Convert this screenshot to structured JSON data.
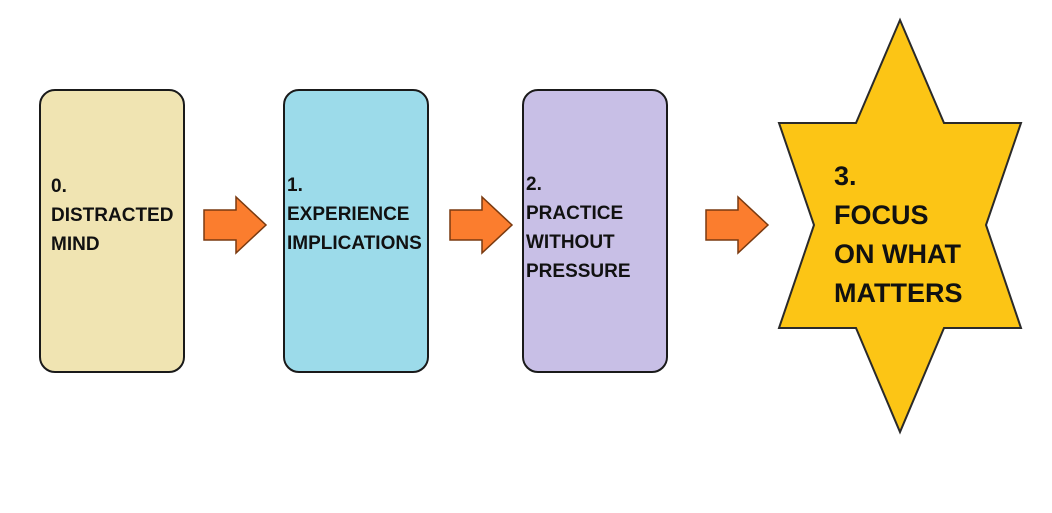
{
  "steps": [
    {
      "number": "0.",
      "lines": [
        "DISTRACTED",
        "MIND"
      ],
      "color": "#f0e4b2"
    },
    {
      "number": "1.",
      "lines": [
        "EXPERIENCE",
        "IMPLICATIONS"
      ],
      "color": "#9cdbea"
    },
    {
      "number": "2.",
      "lines": [
        "PRACTICE",
        "WITHOUT",
        "PRESSURE"
      ],
      "color": "#c8bfe6"
    }
  ],
  "goal": {
    "number": "3.",
    "lines": [
      "FOCUS",
      "ON WHAT",
      "MATTERS"
    ],
    "color": "#fcc515"
  },
  "arrow_color": "#fb7d2e"
}
